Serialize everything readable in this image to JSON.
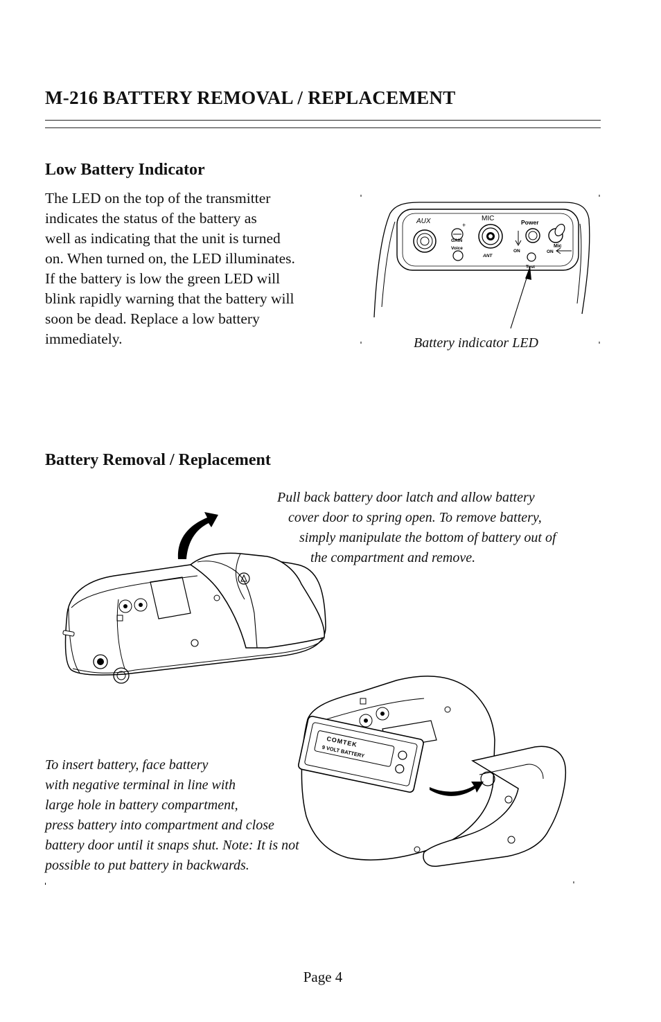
{
  "page": {
    "title": "M-216 BATTERY REMOVAL / REPLACEMENT",
    "page_number": "Page 4"
  },
  "low_battery": {
    "heading": "Low Battery Indicator",
    "lines": [
      "The LED on the top of the transmitter",
      "indicates the status of the battery as",
      "well as indicating that the unit is turned",
      "on.  When turned on, the LED illuminates.",
      "If the battery is low the green LED will",
      "blink rapidly warning that the battery will",
      "soon be dead.  Replace a low battery",
      "immediately."
    ],
    "figure": {
      "caption": "Battery indicator LED",
      "labels": {
        "aux": "AUX",
        "mic": "MIC",
        "power": "Power",
        "gain": "GAIN",
        "voice": "Voice",
        "ant": "ANT",
        "on_left": "ON",
        "test": "Test",
        "mic_switch": "Mic",
        "on_right": "ON"
      }
    }
  },
  "removal": {
    "heading": "Battery Removal / Replacement",
    "pull_caption": [
      "Pull back battery door latch and allow battery",
      "cover door to spring open.  To remove battery,",
      "simply manipulate the bottom of battery out of",
      "the compartment and remove."
    ],
    "insert_caption": [
      "To insert battery, face battery",
      "with negative terminal in line with",
      "large hole in battery compartment,",
      "press battery into compartment and close",
      "battery door until it snaps shut.  Note: It is not",
      "possible to put battery in backwards."
    ],
    "battery_label": {
      "brand": "COMTEK",
      "text": "9 VOLT  BATTERY"
    }
  }
}
